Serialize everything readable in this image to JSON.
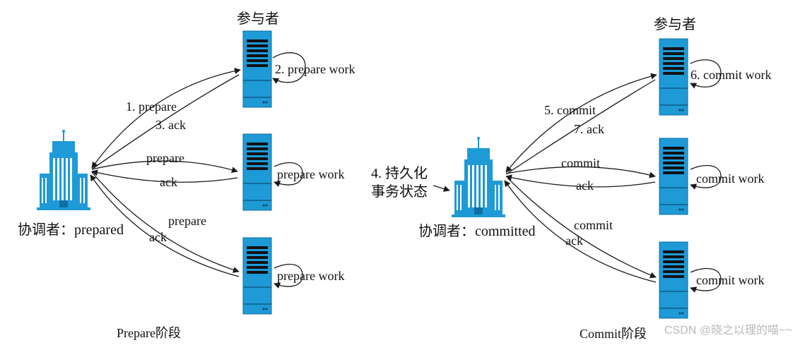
{
  "phase1": {
    "participants_label": "参与者",
    "coordinator_label": "协调者：prepared",
    "phase_label": "Prepare阶段",
    "labels": {
      "s1_req": "1. prepare",
      "s1_ack": "3. ack",
      "s1_work": "2. prepare work",
      "s2_req": "prepare",
      "s2_ack": "ack",
      "s2_work": "prepare work",
      "s3_req": "prepare",
      "s3_ack": "ack",
      "s3_work": "prepare work"
    }
  },
  "phase2": {
    "participants_label": "参与者",
    "coordinator_label": "协调者：committed",
    "phase_label": "Commit阶段",
    "persist_note_line1": "4. 持久化",
    "persist_note_line2": "事务状态",
    "labels": {
      "s1_req": "5. commit",
      "s1_ack": "7. ack",
      "s1_work": "6. commit work",
      "s2_req": "commit",
      "s2_ack": "ack",
      "s2_work": "commit work",
      "s3_req": "commit",
      "s3_ack": "ack",
      "s3_work": "commit work"
    }
  },
  "watermark": "CSDN @晓之以理的喵~~",
  "colors": {
    "server_fill": "#1e9ad6",
    "server_stroke": "#0f6fa3",
    "building_fill": "#1e9ad6",
    "line": "#1a1a1a"
  },
  "icons": {
    "server": "server-icon",
    "coordinator": "building-icon"
  }
}
